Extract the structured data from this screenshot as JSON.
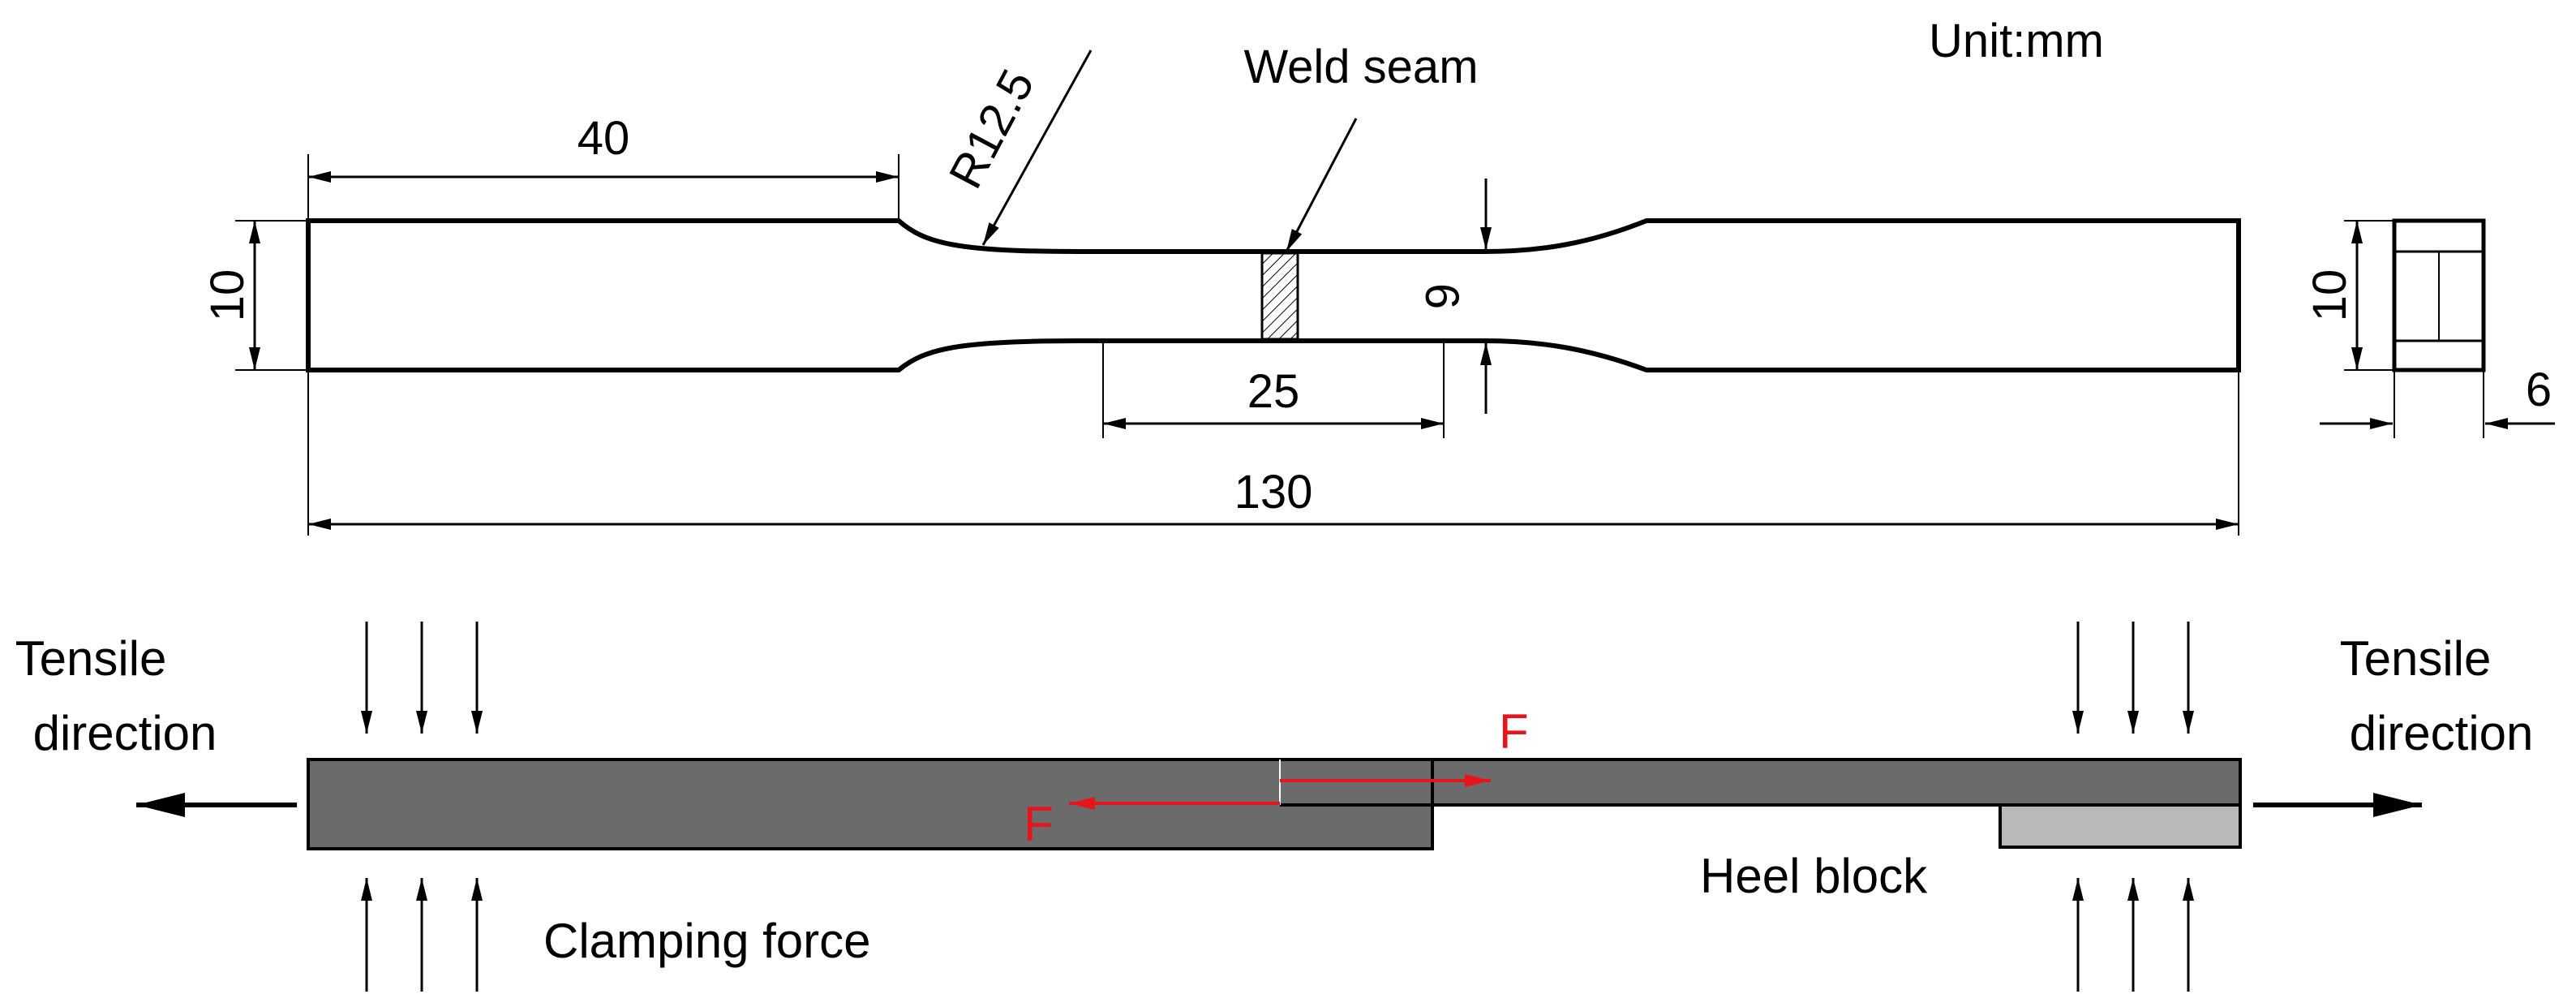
{
  "labels": {
    "unit": "Unit:mm",
    "weld_seam": "Weld seam",
    "radius": "R12.5",
    "tensile_left_line1": "Tensile",
    "tensile_left_line2": "direction",
    "tensile_right_line1": "Tensile",
    "tensile_right_line2": "direction",
    "clamping_force": "Clamping force",
    "heel_block": "Heel block",
    "force_upper": "F",
    "force_lower": "F"
  },
  "dimensions": {
    "grip_length": "40",
    "grip_width": "10",
    "gauge_width": "6",
    "gauge_length": "25",
    "total_length": "130",
    "side_height": "10",
    "thickness": "6"
  },
  "colors": {
    "line": "#000000",
    "force": "#e8141c",
    "upper_sheet": "#6b6b6b",
    "lower_sheet": "#6b6b6b",
    "heel_block": "#b9b9b9",
    "weld_hatch": "#000000"
  }
}
